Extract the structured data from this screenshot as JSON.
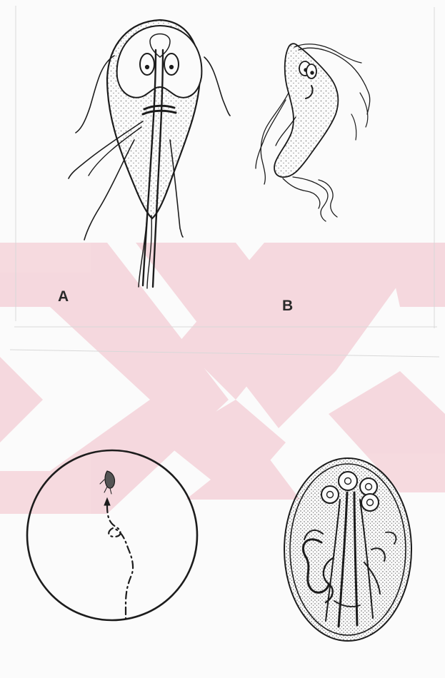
{
  "figure": {
    "panel_labels": [
      {
        "id": "A",
        "text": "A"
      },
      {
        "id": "B",
        "text": "B"
      }
    ],
    "watermark": {
      "shape": "chevron-x",
      "color": "#f3cfd6"
    },
    "ink_color": "#1c1c1c",
    "stipple_color": "#6a6a6a"
  }
}
